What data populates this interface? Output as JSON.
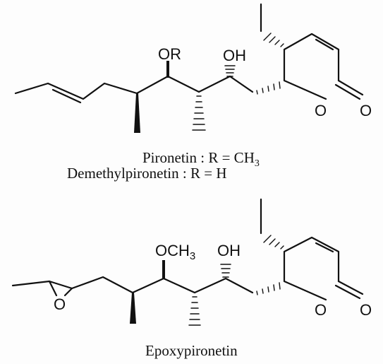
{
  "structure1": {
    "atom_labels": {
      "or": "OR",
      "oh": "OH",
      "ring_o": "O",
      "carbonyl_o": "O"
    },
    "caption_line1": "Pironetin  : R = CH",
    "caption_line1_sub": "3",
    "caption_line2": "Demethylpironetin : R = H"
  },
  "structure2": {
    "atom_labels": {
      "ome": "OCH",
      "ome_sub": "3",
      "oh": "OH",
      "epoxide_o": "O",
      "ring_o": "O",
      "carbonyl_o": "O"
    },
    "caption": "Epoxypironetin"
  },
  "colors": {
    "ink": "#111111",
    "background": "#fdfdfd"
  }
}
